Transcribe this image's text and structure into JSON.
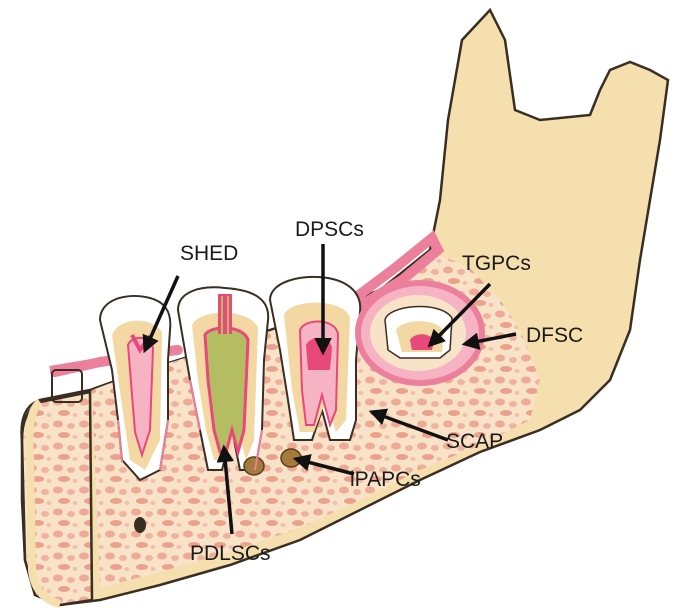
{
  "labels": {
    "shed": "SHED",
    "dpscs": "DPSCs",
    "tgpcs": "TGPCs",
    "dfsc": "DFSC",
    "scap": "SCAP",
    "ipapcs": "iPAPCs",
    "pdlscs": "PDLSCs"
  },
  "colors": {
    "bone": "#f6dfae",
    "bone_outline": "#3a2e22",
    "marrow": "#f2b9a8",
    "gum": "#ec7f9c",
    "enamel": "#ffffff",
    "dentin": "#f3d8a4",
    "pulp": "#e9487a",
    "root_canal_fill": "#b5bd63",
    "arrow": "#111111"
  }
}
